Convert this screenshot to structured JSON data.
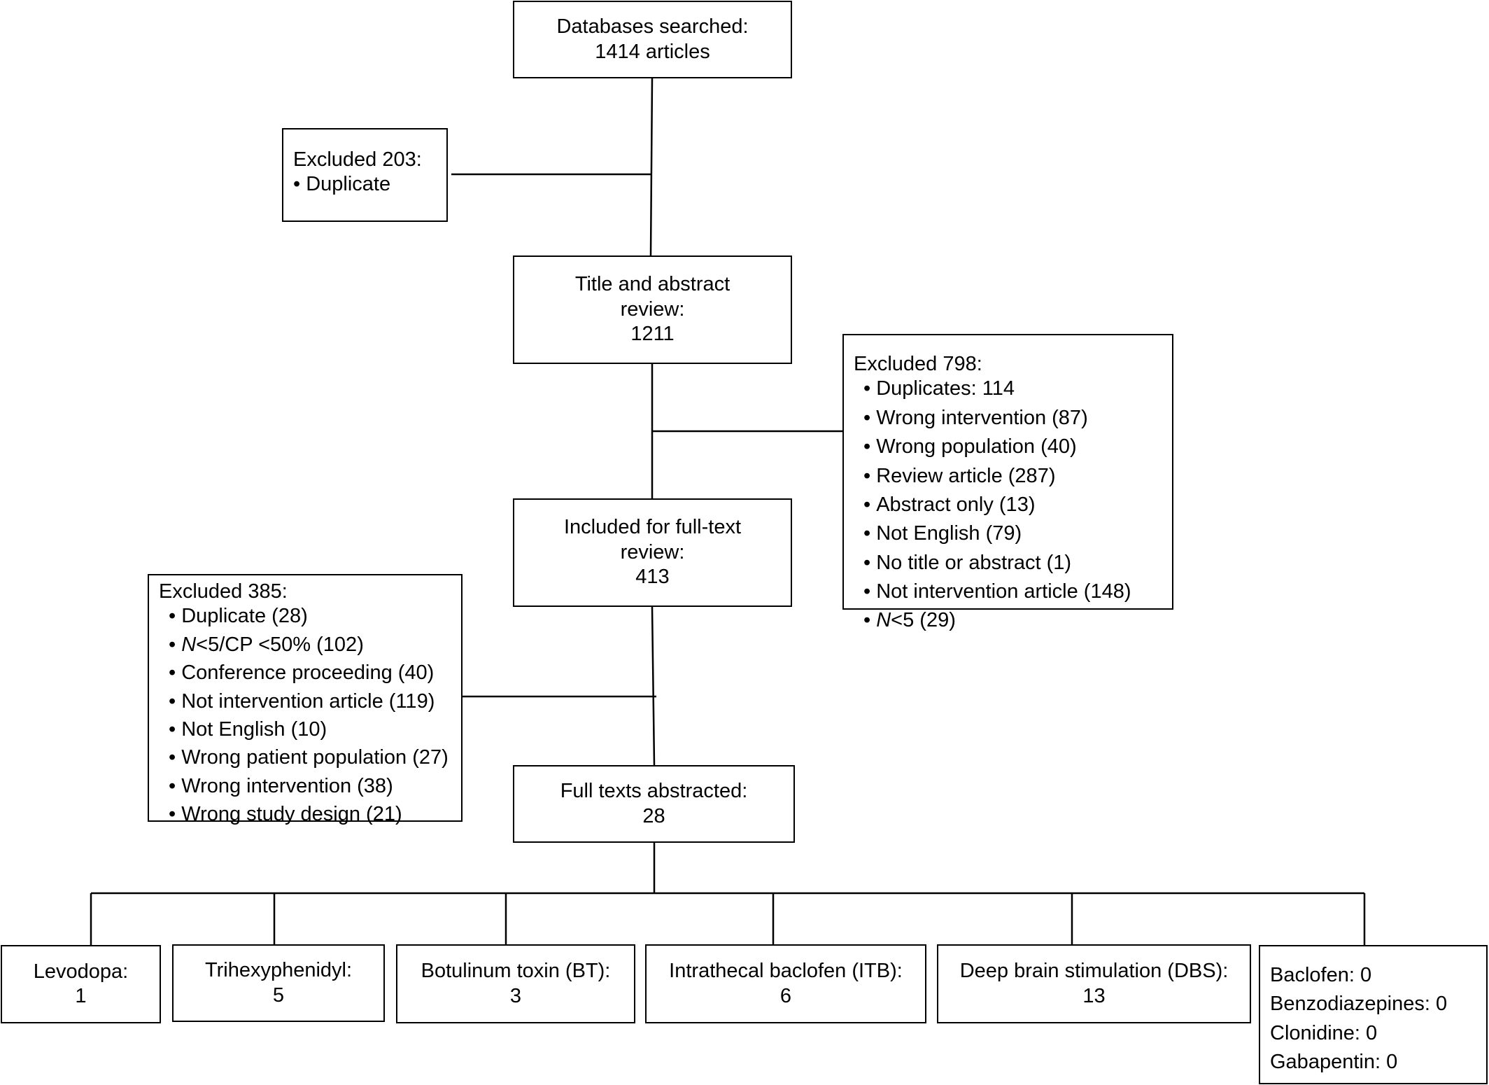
{
  "flow": {
    "databases": {
      "line1": "Databases searched:",
      "line2": "1414 articles"
    },
    "excluded_203": {
      "title": "Excluded 203:",
      "items": [
        "Duplicate"
      ]
    },
    "title_abstract": {
      "line1": "Title and abstract",
      "line2": "review:",
      "line3": "1211"
    },
    "excluded_798": {
      "title": "Excluded 798:",
      "items": [
        "Duplicates: 114",
        "Wrong intervention (87)",
        "Wrong population (40)",
        "Review article (287)",
        "Abstract only (13)",
        "Not English (79)",
        "No title or abstract (1)",
        "Not intervention article (148)",
        "N<5 (29)"
      ]
    },
    "fulltext_review": {
      "line1": "Included for full-text",
      "line2": "review:",
      "line3": "413"
    },
    "excluded_385": {
      "title": "Excluded 385:",
      "items": [
        "Duplicate (28)",
        "N<5/CP <50% (102)",
        "Conference proceeding (40)",
        "Not intervention article (119)",
        "Not English (10)",
        "Wrong patient population (27)",
        "Wrong intervention (38)",
        "Wrong study design (21)"
      ]
    },
    "abstracted": {
      "line1": "Full texts abstracted:",
      "line2": "28"
    },
    "outcomes": [
      {
        "label": "Levodopa:",
        "value": "1"
      },
      {
        "label": "Trihexyphenidyl:",
        "value": "5"
      },
      {
        "label": "Botulinum toxin (BT):",
        "value": "3"
      },
      {
        "label": "Intrathecal baclofen (ITB):",
        "value": "6"
      },
      {
        "label": "Deep brain stimulation (DBS):",
        "value": "13"
      }
    ],
    "other_drugs": [
      "Baclofen: 0",
      "Benzodiazepines: 0",
      "Clonidine: 0",
      "Gabapentin: 0"
    ]
  },
  "colors": {
    "line": "#000000",
    "background": "#ffffff"
  }
}
